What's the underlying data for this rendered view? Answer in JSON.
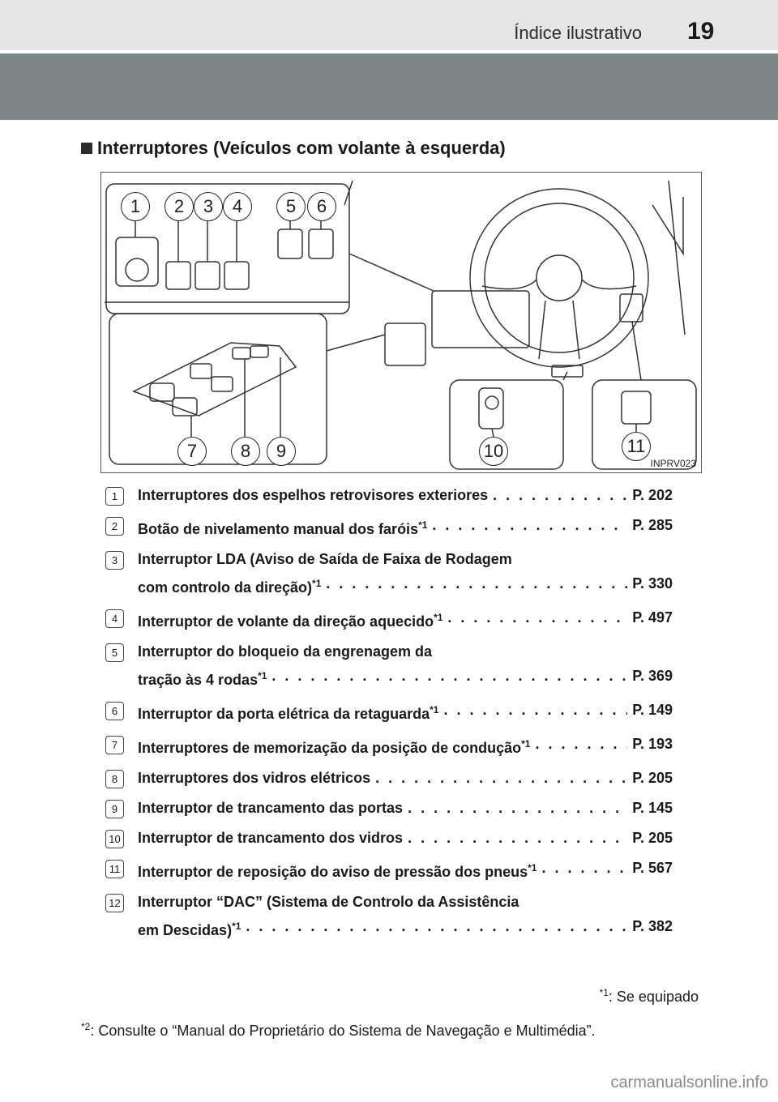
{
  "header": {
    "chapter_title": "Índice ilustrativo",
    "page_number": "19"
  },
  "section": {
    "heading": "Interruptores (Veículos com volante à esquerda)"
  },
  "figure": {
    "code": "INPRV023",
    "callouts": [
      "1",
      "2",
      "3",
      "4",
      "5",
      "6",
      "7",
      "8",
      "9",
      "10",
      "11"
    ]
  },
  "items": [
    {
      "num": "1",
      "lines": [
        {
          "label": "Interruptores dos espelhos retrovisores exteriores",
          "sup": "",
          "page": "P. 202"
        }
      ]
    },
    {
      "num": "2",
      "lines": [
        {
          "label": "Botão de nivelamento manual dos faróis",
          "sup": "*1",
          "page": "P. 285"
        }
      ]
    },
    {
      "num": "3",
      "lines": [
        {
          "label": "Interruptor LDA (Aviso de Saída de Faixa de Rodagem",
          "sup": "",
          "page": ""
        },
        {
          "label": "com controlo da direção)",
          "sup": "*1",
          "page": "P. 330"
        }
      ]
    },
    {
      "num": "4",
      "lines": [
        {
          "label": "Interruptor de volante da direção aquecido",
          "sup": "*1",
          "page": "P. 497"
        }
      ]
    },
    {
      "num": "5",
      "lines": [
        {
          "label": "Interruptor do bloqueio da engrenagem da",
          "sup": "",
          "page": ""
        },
        {
          "label": "tração às 4 rodas",
          "sup": "*1",
          "page": "P. 369"
        }
      ]
    },
    {
      "num": "6",
      "lines": [
        {
          "label": "Interruptor da porta elétrica da retaguarda",
          "sup": "*1",
          "page": "P. 149"
        }
      ]
    },
    {
      "num": "7",
      "lines": [
        {
          "label": "Interruptores de memorização da posição de condução",
          "sup": "*1",
          "page": "P. 193"
        }
      ]
    },
    {
      "num": "8",
      "lines": [
        {
          "label": "Interruptores dos vidros elétricos",
          "sup": "",
          "page": "P. 205"
        }
      ]
    },
    {
      "num": "9",
      "lines": [
        {
          "label": "Interruptor de trancamento das portas",
          "sup": "",
          "page": "P. 145"
        }
      ]
    },
    {
      "num": "10",
      "lines": [
        {
          "label": "Interruptor de trancamento dos vidros",
          "sup": "",
          "page": "P. 205"
        }
      ]
    },
    {
      "num": "11",
      "lines": [
        {
          "label": "Interruptor de reposição do aviso de pressão dos pneus",
          "sup": "*1",
          "page": "P. 567"
        }
      ]
    },
    {
      "num": "12",
      "lines": [
        {
          "label": "Interruptor “DAC” (Sistema de Controlo da Assistência",
          "sup": "",
          "page": ""
        },
        {
          "label": "em Descidas)",
          "sup": "*1",
          "page": "P. 382"
        }
      ]
    }
  ],
  "footnotes": {
    "f1_mark": "*1",
    "f1_text": ": Se equipado",
    "f2_mark": "*2",
    "f2_text": ": Consulte o “Manual do Proprietário do Sistema de Navegação e Multimédia”."
  },
  "watermark": "carmanualsonline.info"
}
